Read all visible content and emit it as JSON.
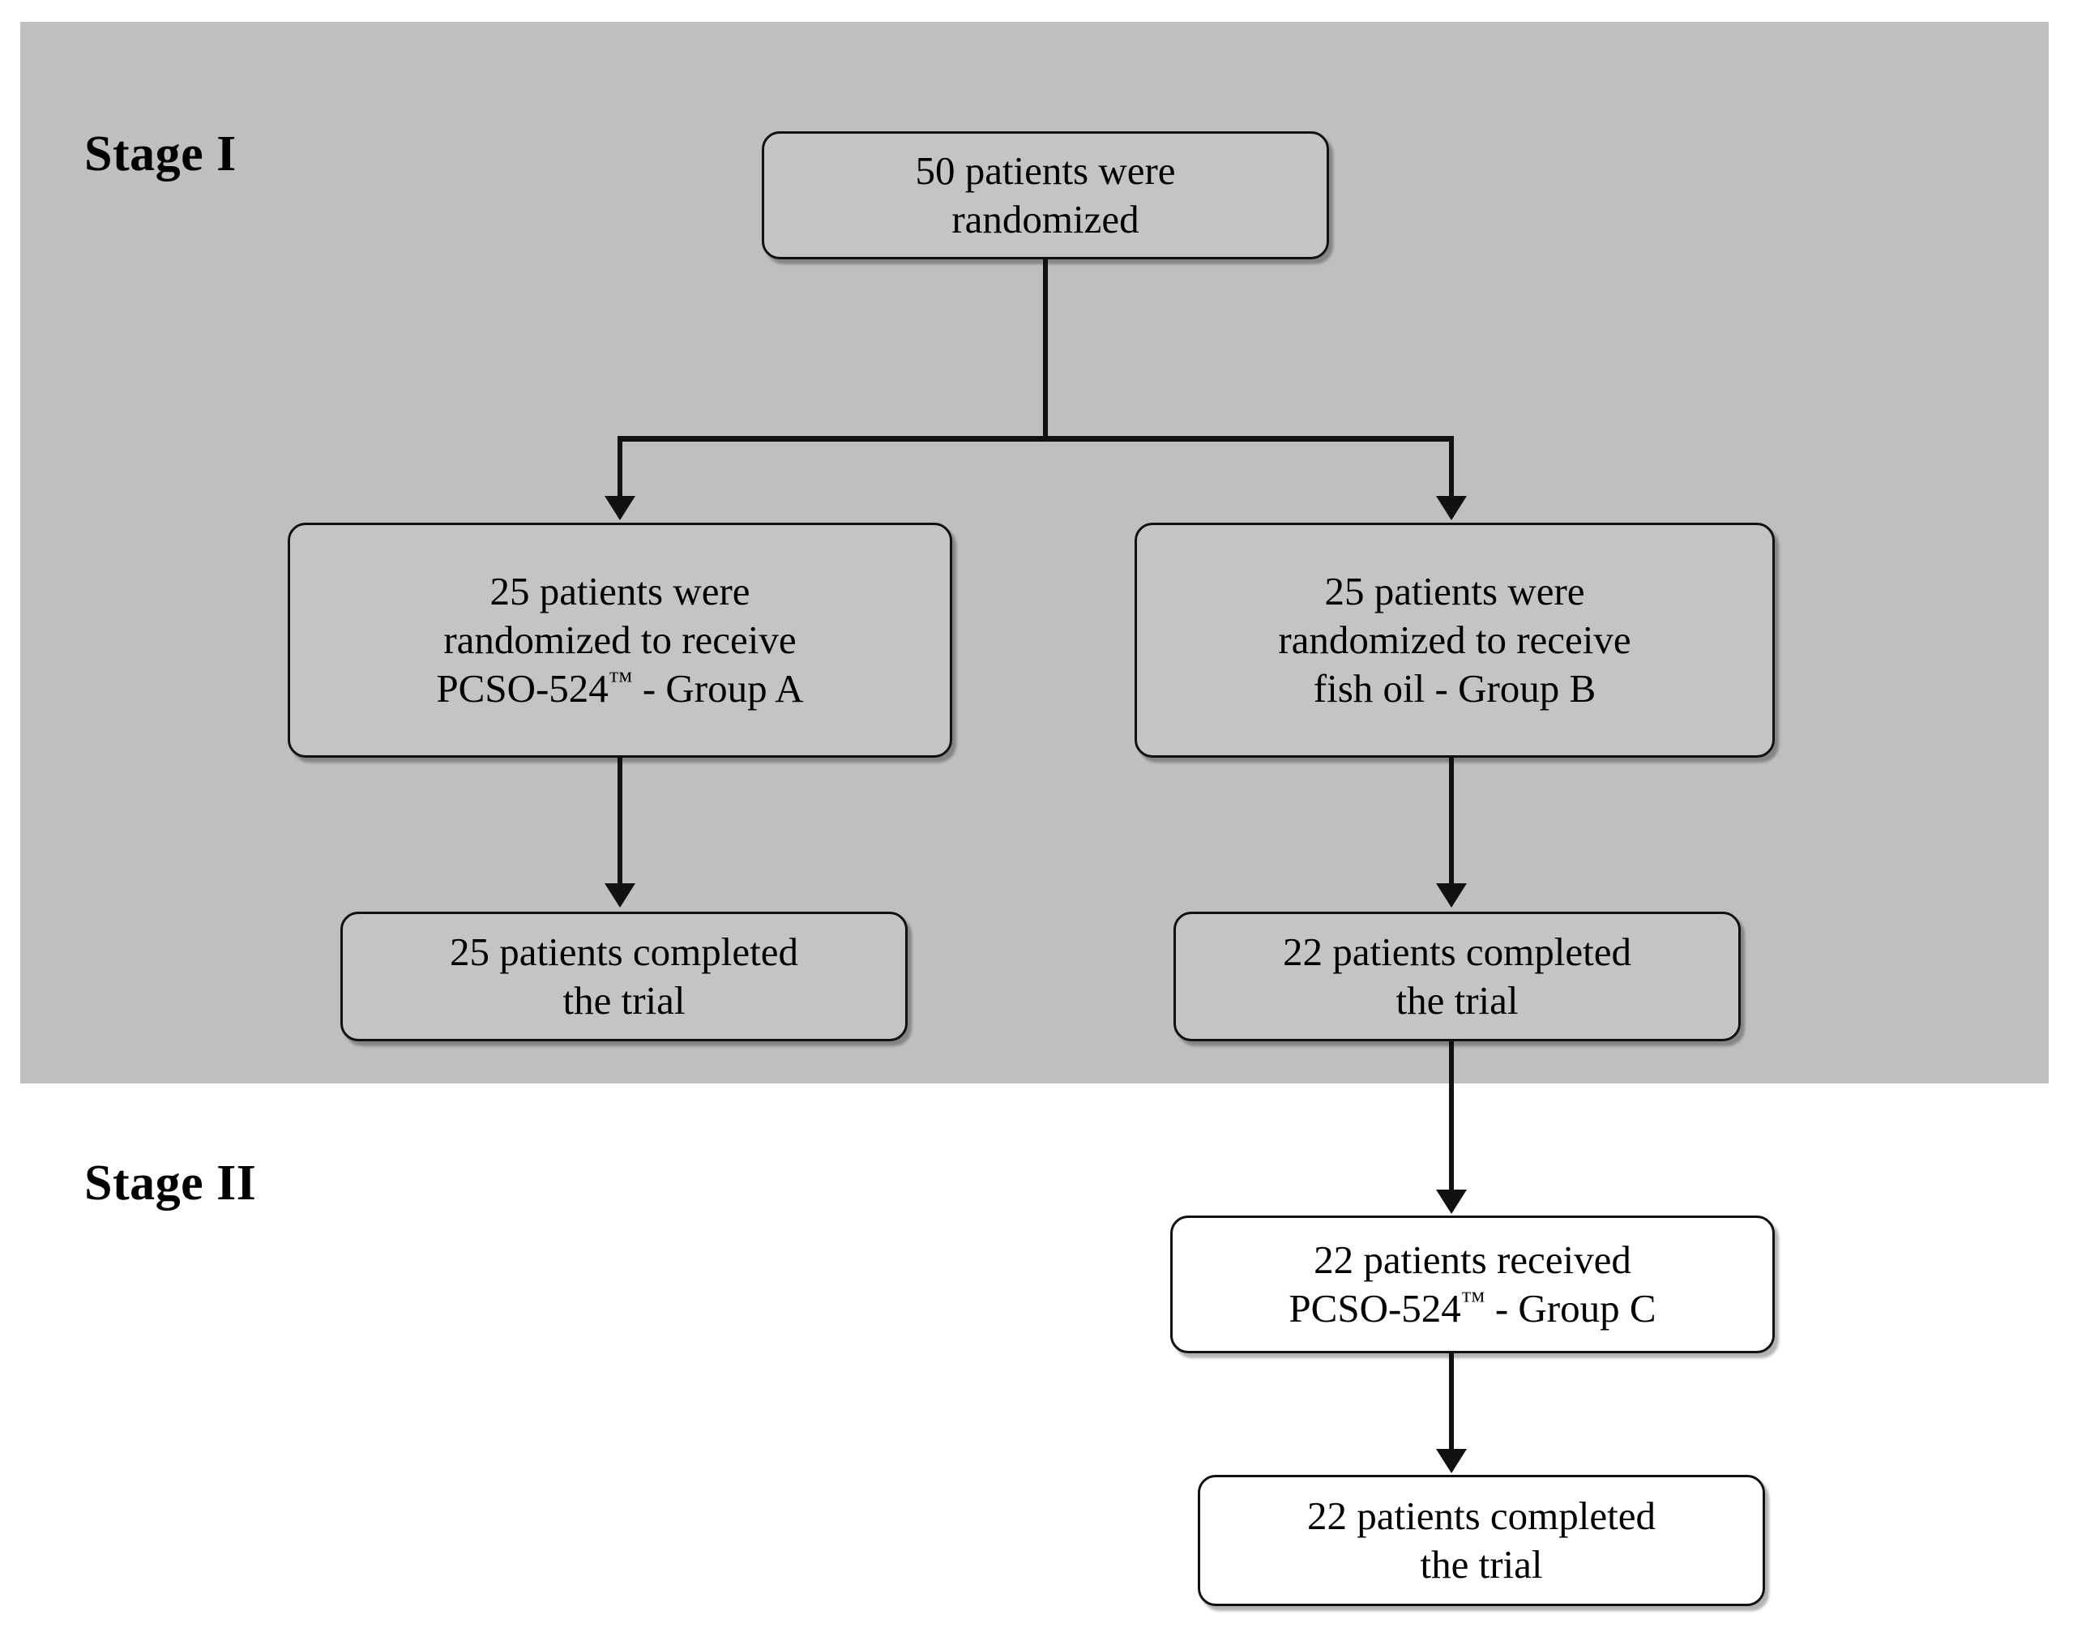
{
  "figure": {
    "type": "flowchart",
    "title": "CONSORT-style patient flow diagram",
    "background_color": "#ffffff",
    "stage1_band_color": "#bfbfbf",
    "node_border_color": "#111111",
    "node_shaded_fill": "#c4c4c4",
    "node_white_fill": "#ffffff"
  },
  "stages": [
    {
      "key": "stage1",
      "label": "Stage I"
    },
    {
      "key": "stage2",
      "label": "Stage II"
    }
  ],
  "nodes": {
    "randomized": {
      "line1": "50 patients were",
      "line2": "randomized",
      "count": 50
    },
    "group_a": {
      "line1": "25 patients were",
      "line2": "randomized to receive",
      "line3_pre": "PCSO-524",
      "line3_tm": "™",
      "line3_post": " - Group A",
      "count": 25,
      "arm": "Group A",
      "treatment": "PCSO-524™"
    },
    "group_b": {
      "line1": "25 patients were",
      "line2": "randomized to receive",
      "line3": "fish oil - Group B",
      "count": 25,
      "arm": "Group B",
      "treatment": "fish oil"
    },
    "a_completed": {
      "line1": "25 patients completed",
      "line2": "the trial",
      "count": 25
    },
    "b_completed": {
      "line1": "22 patients completed",
      "line2": "the trial",
      "count": 22
    },
    "group_c": {
      "line1": "22 patients received",
      "line2_pre": "PCSO-524",
      "line2_tm": "™",
      "line2_post": " - Group C",
      "count": 22,
      "arm": "Group C",
      "treatment": "PCSO-524™"
    },
    "c_completed": {
      "line1": "22 patients completed",
      "line2": "the trial",
      "count": 22
    }
  },
  "edges": [
    {
      "from": "randomized",
      "to": "group_a",
      "style": "elbow-arrow"
    },
    {
      "from": "randomized",
      "to": "group_b",
      "style": "elbow-arrow"
    },
    {
      "from": "group_a",
      "to": "a_completed",
      "style": "straight-arrow"
    },
    {
      "from": "group_b",
      "to": "b_completed",
      "style": "straight-arrow"
    },
    {
      "from": "b_completed",
      "to": "group_c",
      "style": "straight-arrow"
    },
    {
      "from": "group_c",
      "to": "c_completed",
      "style": "straight-arrow"
    }
  ]
}
